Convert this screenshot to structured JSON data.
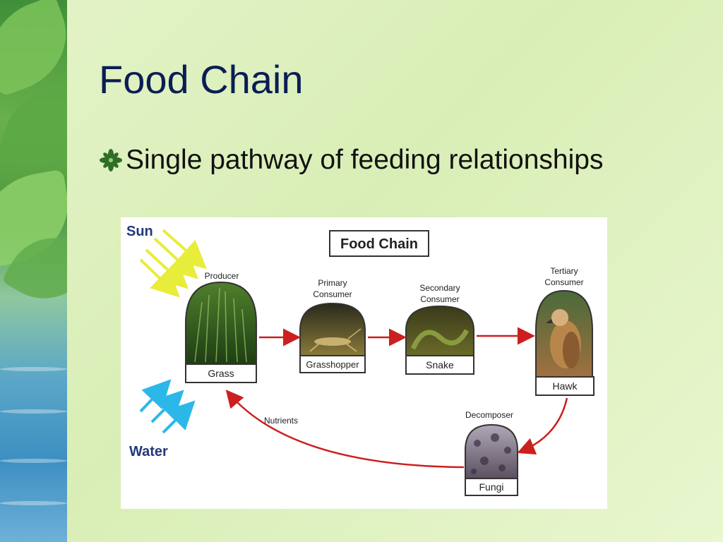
{
  "slide": {
    "title": "Food Chain",
    "bullet": "Single pathway of feeding relationships"
  },
  "diagram": {
    "title": "Food Chain",
    "sun_label": "Sun",
    "water_label": "Water",
    "nutrients_label": "Nutrients",
    "organisms": [
      {
        "role_line1": "Producer",
        "role_line2": "",
        "name": "Grass"
      },
      {
        "role_line1": "Primary",
        "role_line2": "Consumer",
        "name": "Grasshopper"
      },
      {
        "role_line1": "Secondary",
        "role_line2": "Consumer",
        "name": "Snake"
      },
      {
        "role_line1": "Tertiary",
        "role_line2": "Consumer",
        "name": "Hawk"
      },
      {
        "role_line1": "Decomposer",
        "role_line2": "",
        "name": "Fungi"
      }
    ]
  },
  "colors": {
    "title": "#0b1d55",
    "arrow": "#cc1f1f",
    "sun_rays": "#e8ec3a",
    "water_rays": "#2bb8e8"
  }
}
